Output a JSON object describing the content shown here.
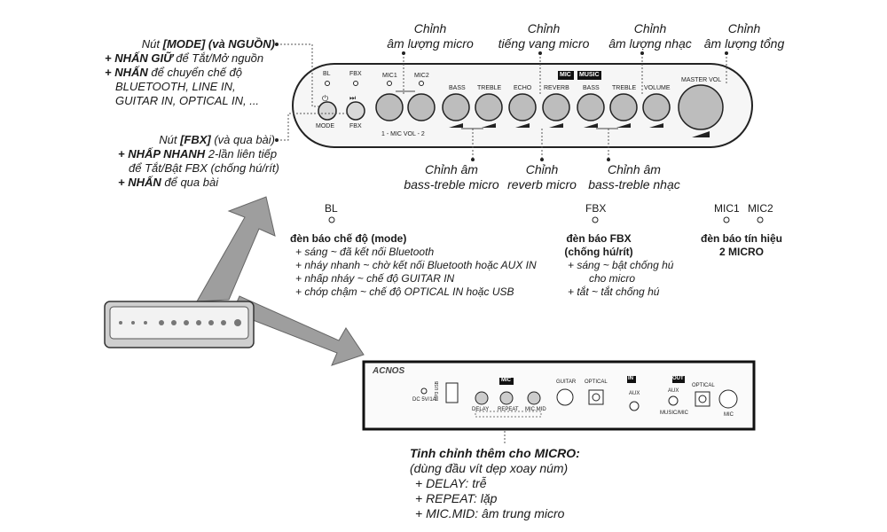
{
  "callouts": {
    "mode": {
      "title_prefix": "Nút ",
      "title_bold": "[MODE] (và NGUỒN)",
      "line1_bold": "+ NHẤN GIỮ",
      "line1_rest": " để Tắt/Mở nguồn",
      "line2_bold": "+ NHẤN",
      "line2_rest": " để chuyển chế độ",
      "line3": "BLUETOOTH, LINE IN,",
      "line4": "GUITAR IN, OPTICAL IN, ..."
    },
    "fbx": {
      "title_prefix": "Nút ",
      "title_bold": "[FBX]",
      "title_rest": " (và qua bài)",
      "line1_bold": "+ NHẤP NHANH",
      "line1_rest": " 2-lần liên tiếp",
      "line2": "để Tắt/Bật FBX (chống hú/rít)",
      "line3_bold": "+ NHẤN",
      "line3_rest": " để qua bài"
    },
    "mic_volume": {
      "line1": "Chỉnh",
      "line2": "âm lượng micro"
    },
    "echo": {
      "line1": "Chỉnh",
      "line2": "tiếng vang micro"
    },
    "music_volume": {
      "line1": "Chỉnh",
      "line2": "âm lượng nhạc"
    },
    "master_volume": {
      "line1": "Chỉnh",
      "line2": "âm lượng tổng"
    },
    "mic_bass_treble": {
      "line1": "Chỉnh âm",
      "line2": "bass-treble micro"
    },
    "reverb": {
      "line1": "Chỉnh",
      "line2": "reverb micro"
    },
    "music_bass_treble": {
      "line1": "Chỉnh âm",
      "line2": "bass-treble nhạc"
    }
  },
  "top_panel": {
    "bl": "BL",
    "fbx": "FBX",
    "mode": "MODE",
    "fbx_btn": "FBX",
    "mic1": "MIC1",
    "mic2": "MIC2",
    "mic_vol": "1 - MIC VOL - 2",
    "bass": "BASS",
    "treble": "TREBLE",
    "echo": "ECHO",
    "reverb": "REVERB",
    "mic_tag": "MIC",
    "music_tag": "MUSIC",
    "bass2": "BASS",
    "treble2": "TREBLE",
    "volume": "VOLUME",
    "master": "MASTER VOL"
  },
  "indicators": {
    "bl": {
      "label": "BL",
      "title": "đèn báo chế độ (mode)",
      "items": [
        "+ sáng ~ đã kết nối Bluetooth",
        "+ nháy nhanh ~ chờ kết nối Bluetooth hoặc AUX IN",
        "+ nhấp nháy ~ chế độ GUITAR IN",
        "+ chớp chậm ~ chế độ OPTICAL IN hoặc USB"
      ]
    },
    "fbx": {
      "label": "FBX",
      "title1": "đèn báo FBX",
      "title2": "(chống hú/rít)",
      "items": [
        "+ sáng ~ bật chống hú",
        "cho micro",
        "+ tắt ~ tắt chống hú"
      ]
    },
    "mic": {
      "label1": "MIC1",
      "label2": "MIC2",
      "title1": "đèn báo tín hiệu",
      "title2": "2 MICRO"
    }
  },
  "rear_panel": {
    "brand": "ACNOS",
    "dc": "DC 5V/1A",
    "usb": "MP3 USB",
    "mic_tag": "MIC",
    "delay": "DELAY",
    "repeat": "REPEAT",
    "micmid": "MIC.MID",
    "guitar": "GUITAR",
    "optical": "OPTICAL",
    "in_tag": "IN",
    "aux": "AUX",
    "out_tag": "OUT",
    "aux2": "AUX",
    "musicmic": "MUSIC/MIC",
    "optical2": "OPTICAL",
    "mic_out": "MIC"
  },
  "fine_tune": {
    "title": "Tinh chỉnh thêm cho MICRO:",
    "subtitle": "(dùng đầu vít dẹp xoay núm)",
    "items": [
      "+ DELAY: trễ",
      "+ REPEAT: lặp",
      "+ MIC.MID: âm trung micro"
    ]
  }
}
